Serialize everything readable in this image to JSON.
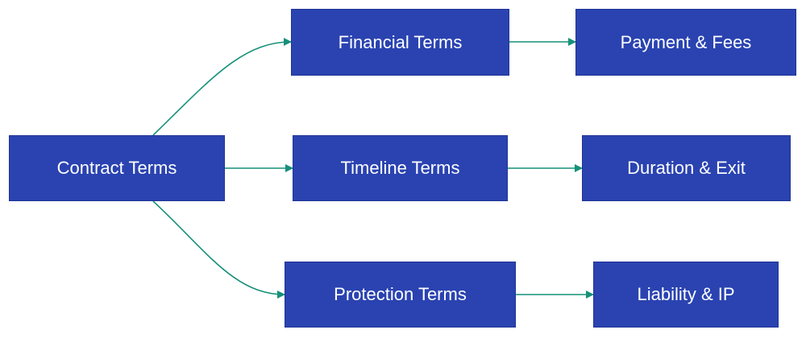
{
  "colors": {
    "node_fill": "#2a43b1",
    "node_text": "#ffffff",
    "edge": "#17907a",
    "background": "#ffffff"
  },
  "nodes": {
    "contract_terms": "Contract Terms",
    "financial_terms": "Financial Terms",
    "timeline_terms": "Timeline Terms",
    "protection_terms": "Protection Terms",
    "payment_fees": "Payment & Fees",
    "duration_exit": "Duration & Exit",
    "liability_ip": "Liability & IP"
  },
  "edges": [
    {
      "from": "contract_terms",
      "to": "financial_terms"
    },
    {
      "from": "contract_terms",
      "to": "timeline_terms"
    },
    {
      "from": "contract_terms",
      "to": "protection_terms"
    },
    {
      "from": "financial_terms",
      "to": "payment_fees"
    },
    {
      "from": "timeline_terms",
      "to": "duration_exit"
    },
    {
      "from": "protection_terms",
      "to": "liability_ip"
    }
  ]
}
